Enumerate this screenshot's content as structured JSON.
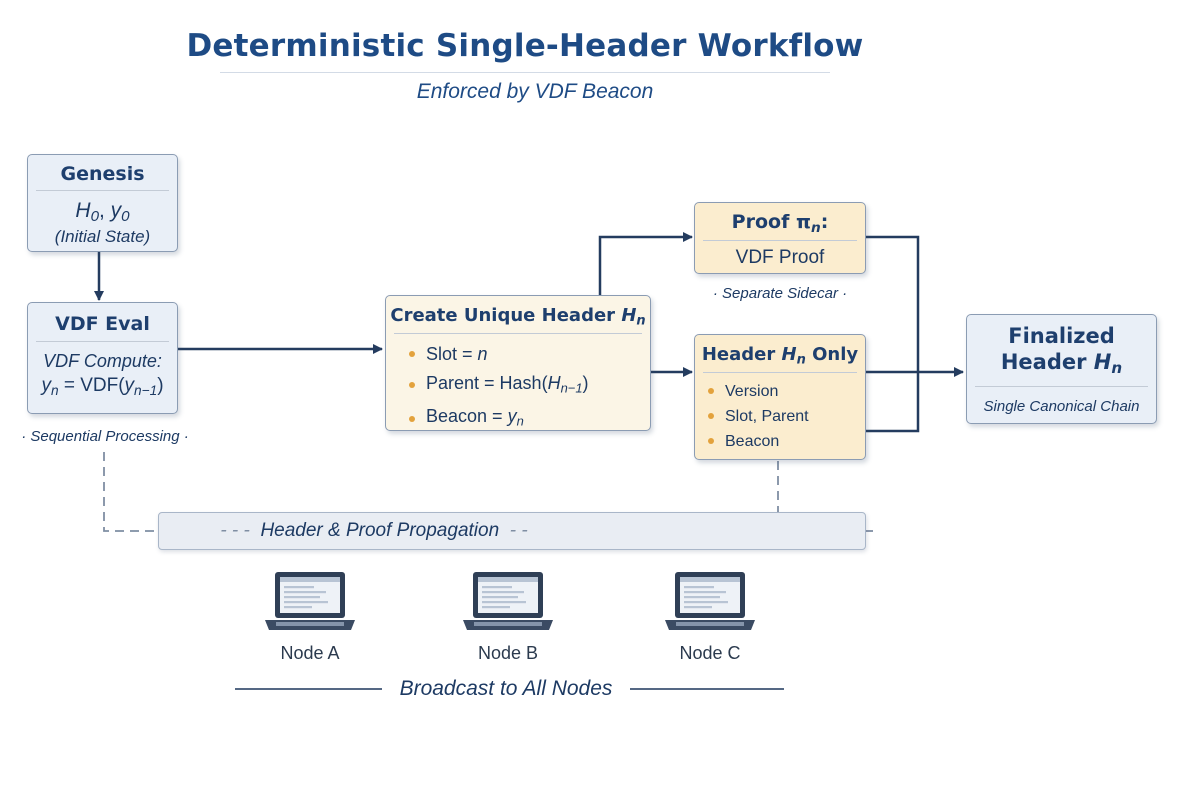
{
  "title": "Deterministic Single-Header Workflow",
  "subtitle": "Enforced by VDF Beacon",
  "genesis": {
    "heading": "Genesis",
    "state_h": "H",
    "state_h_sub": "0",
    "state_sep": ", ",
    "state_y": "y",
    "state_y_sub": "0",
    "note": "(Initial State)"
  },
  "vdf_eval": {
    "heading": "VDF Eval",
    "line1": "VDF Compute:",
    "y": "y",
    "y_sub": "n",
    "eq": " = VDF(",
    "arg": "y",
    "arg_sub": "n−1",
    "close": ")"
  },
  "sequential_note": "Sequential Processing",
  "create_header": {
    "heading": "Create Unique Header ",
    "heading_h": "H",
    "heading_sub": "n",
    "slot_label": "Slot = ",
    "slot_var": "n",
    "parent_label": "Parent = Hash(",
    "parent_h": "H",
    "parent_sub": "n−1",
    "parent_close": ")",
    "beacon_label": "Beacon = ",
    "beacon_y": "y",
    "beacon_sub": "n"
  },
  "proof": {
    "heading": "Proof π",
    "heading_sub": "n",
    "heading_colon": ":",
    "line1": "VDF Proof"
  },
  "sidecar_note": "Separate Sidecar",
  "header_only": {
    "heading_pre": "Header ",
    "heading_h": "H",
    "heading_sub": "n",
    "heading_post": " Only",
    "items": [
      "Version",
      "Slot, Parent",
      "Beacon"
    ]
  },
  "finalized": {
    "line1": "Finalized",
    "line2_pre": "Header ",
    "line2_h": "H",
    "line2_sub": "n",
    "caption": "Single Canonical Chain"
  },
  "propagation_label": "Header & Proof Propagation",
  "nodes": [
    "Node A",
    "Node B",
    "Node C"
  ],
  "broadcast_label": "Broadcast to All Nodes",
  "colors": {
    "title": "#1e4b85",
    "box_blue": "#e9eff7",
    "box_cream": "#fbf5e6",
    "box_tan": "#fbedcf",
    "arrow": "#243c5f",
    "bullet": "#e3a23c"
  }
}
